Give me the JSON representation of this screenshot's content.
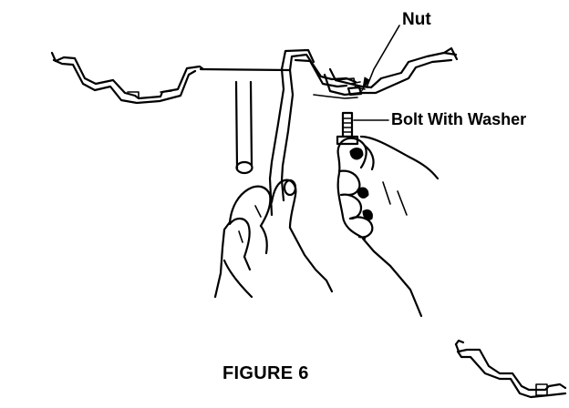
{
  "labels": {
    "nut": "Nut",
    "bolt": "Bolt With Washer"
  },
  "caption": "FIGURE 6"
}
